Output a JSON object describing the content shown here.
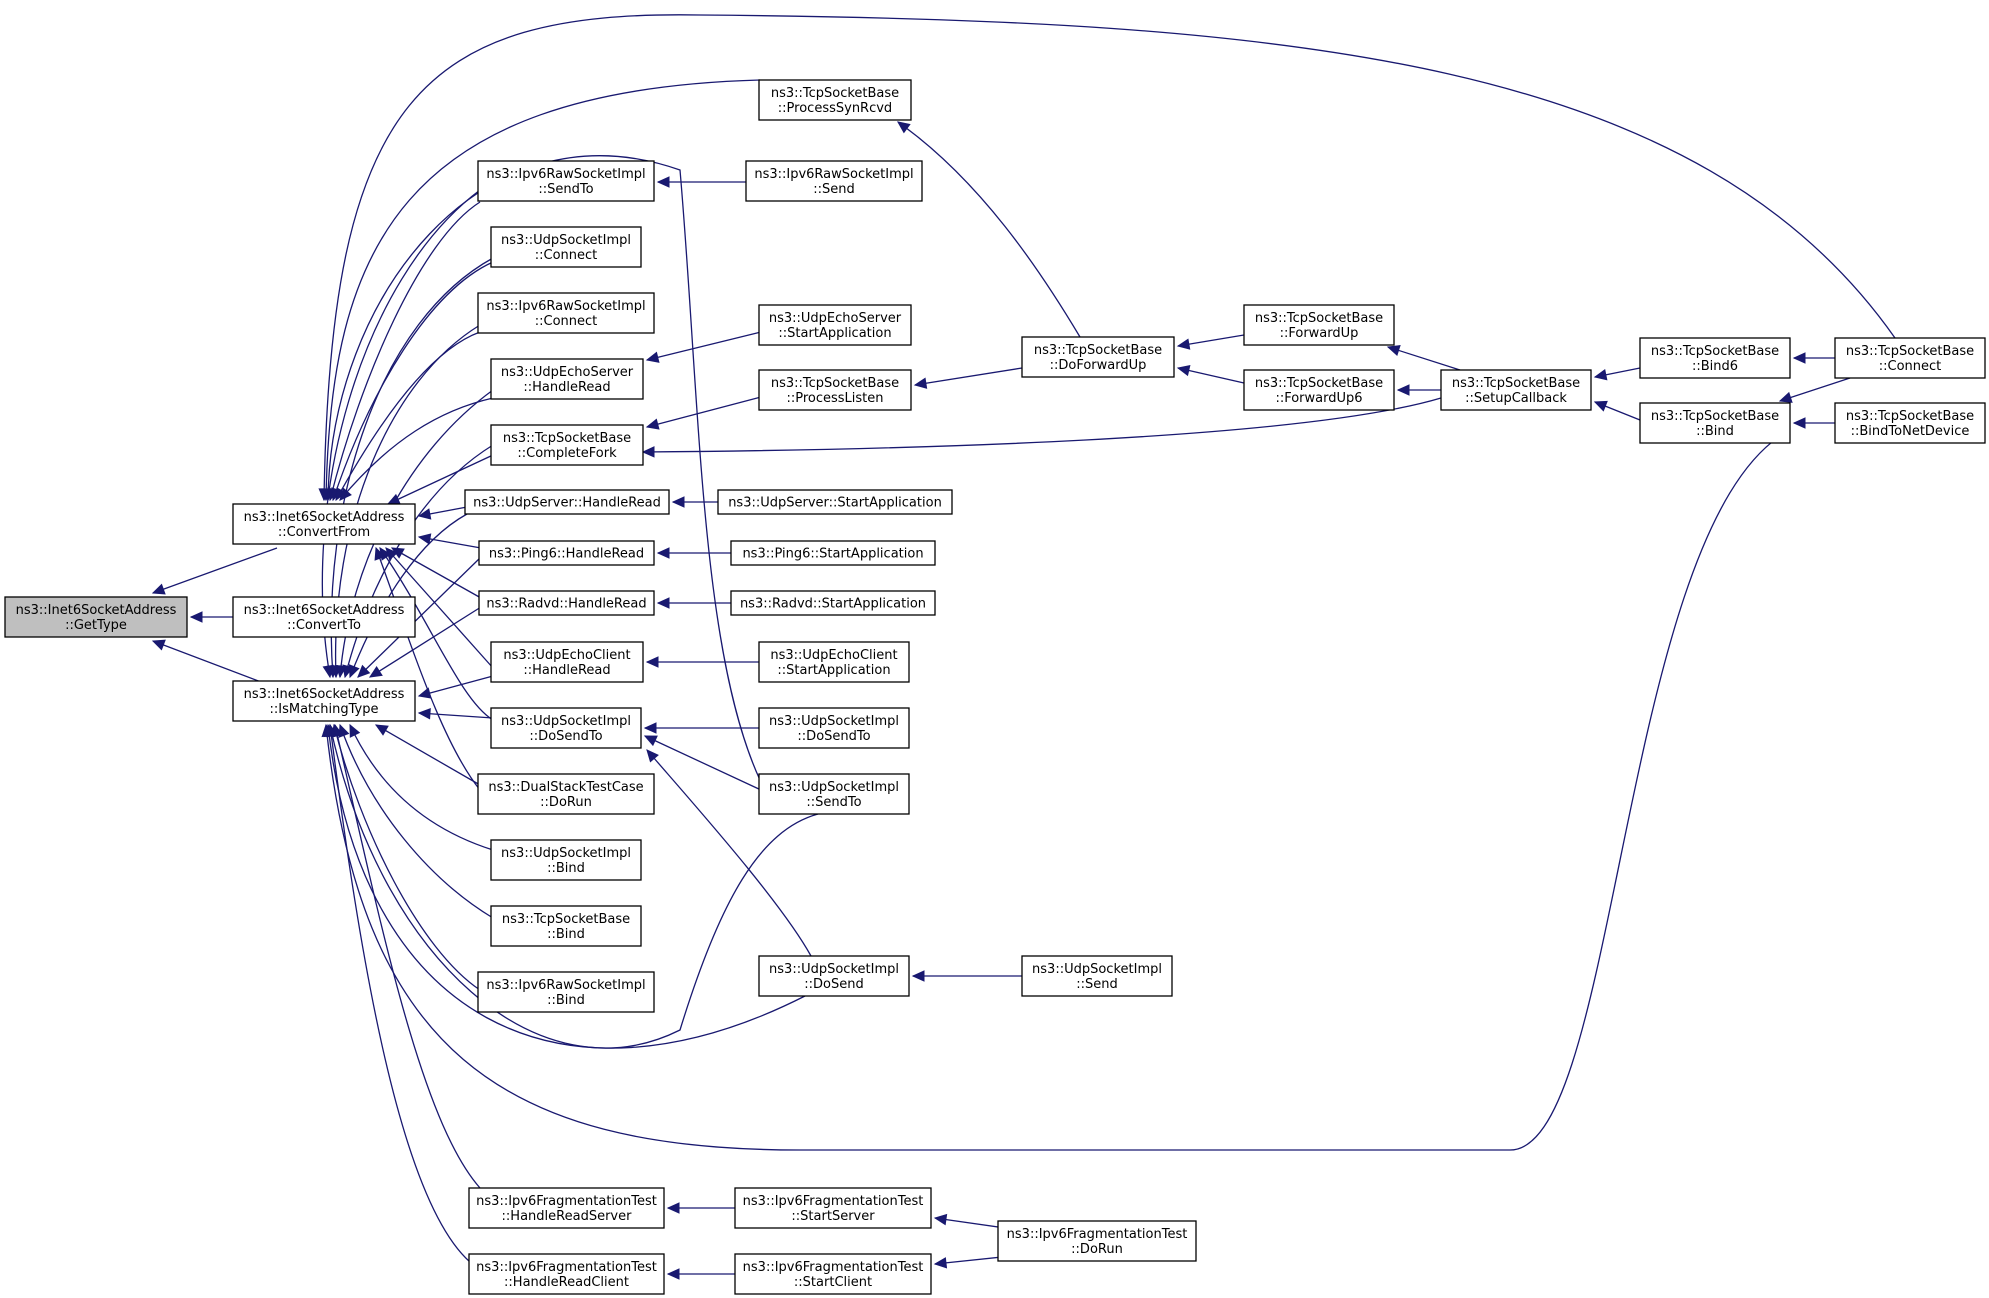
{
  "diagram": {
    "type": "doxygen-caller-graph",
    "edge_color": "#191970",
    "root_fill": "#bfbfbf",
    "nodes": [
      {
        "id": "gettype",
        "lines": [
          "ns3::Inet6SocketAddress",
          "::GetType"
        ],
        "root": true
      },
      {
        "id": "convertfrom",
        "lines": [
          "ns3::Inet6SocketAddress",
          "::ConvertFrom"
        ]
      },
      {
        "id": "convertto",
        "lines": [
          "ns3::Inet6SocketAddress",
          "::ConvertTo"
        ]
      },
      {
        "id": "ismatchingtype",
        "lines": [
          "ns3::Inet6SocketAddress",
          "::IsMatchingType"
        ]
      },
      {
        "id": "raw_sendto",
        "lines": [
          "ns3::Ipv6RawSocketImpl",
          "::SendTo"
        ]
      },
      {
        "id": "udp_connect",
        "lines": [
          "ns3::UdpSocketImpl",
          "::Connect"
        ]
      },
      {
        "id": "raw_connect",
        "lines": [
          "ns3::Ipv6RawSocketImpl",
          "::Connect"
        ]
      },
      {
        "id": "echoserver_handleread",
        "lines": [
          "ns3::UdpEchoServer",
          "::HandleRead"
        ]
      },
      {
        "id": "tcp_completefork",
        "lines": [
          "ns3::TcpSocketBase",
          "::CompleteFork"
        ]
      },
      {
        "id": "udpserver_handleread",
        "lines": [
          "ns3::UdpServer::HandleRead"
        ]
      },
      {
        "id": "ping6_handleread",
        "lines": [
          "ns3::Ping6::HandleRead"
        ]
      },
      {
        "id": "radvd_handleread",
        "lines": [
          "ns3::Radvd::HandleRead"
        ]
      },
      {
        "id": "echoclient_handleread",
        "lines": [
          "ns3::UdpEchoClient",
          "::HandleRead"
        ]
      },
      {
        "id": "udp_dosendto",
        "lines": [
          "ns3::UdpSocketImpl",
          "::DoSendTo"
        ]
      },
      {
        "id": "dualstack_dorun",
        "lines": [
          "ns3::DualStackTestCase",
          "::DoRun"
        ]
      },
      {
        "id": "udp_bind",
        "lines": [
          "ns3::UdpSocketImpl",
          "::Bind"
        ]
      },
      {
        "id": "tcp_bind_left",
        "lines": [
          "ns3::TcpSocketBase",
          "::Bind"
        ]
      },
      {
        "id": "raw_bind",
        "lines": [
          "ns3::Ipv6RawSocketImpl",
          "::Bind"
        ]
      },
      {
        "id": "frag_handlereadserver",
        "lines": [
          "ns3::Ipv6FragmentationTest",
          "::HandleReadServer"
        ]
      },
      {
        "id": "frag_handlereadclient",
        "lines": [
          "ns3::Ipv6FragmentationTest",
          "::HandleReadClient"
        ]
      },
      {
        "id": "tcp_processsynrcvd",
        "lines": [
          "ns3::TcpSocketBase",
          "::ProcessSynRcvd"
        ]
      },
      {
        "id": "raw_send",
        "lines": [
          "ns3::Ipv6RawSocketImpl",
          "::Send"
        ]
      },
      {
        "id": "echoserver_start",
        "lines": [
          "ns3::UdpEchoServer",
          "::StartApplication"
        ]
      },
      {
        "id": "tcp_processlisten",
        "lines": [
          "ns3::TcpSocketBase",
          "::ProcessListen"
        ]
      },
      {
        "id": "udpserver_start",
        "lines": [
          "ns3::UdpServer::StartApplication"
        ]
      },
      {
        "id": "ping6_start",
        "lines": [
          "ns3::Ping6::StartApplication"
        ]
      },
      {
        "id": "radvd_start",
        "lines": [
          "ns3::Radvd::StartApplication"
        ]
      },
      {
        "id": "echoclient_start",
        "lines": [
          "ns3::UdpEchoClient",
          "::StartApplication"
        ]
      },
      {
        "id": "udp_dosendto2",
        "lines": [
          "ns3::UdpSocketImpl",
          "::DoSendTo"
        ]
      },
      {
        "id": "udp_sendto",
        "lines": [
          "ns3::UdpSocketImpl",
          "::SendTo"
        ]
      },
      {
        "id": "udp_dosend",
        "lines": [
          "ns3::UdpSocketImpl",
          "::DoSend"
        ]
      },
      {
        "id": "frag_startserver",
        "lines": [
          "ns3::Ipv6FragmentationTest",
          "::StartServer"
        ]
      },
      {
        "id": "frag_startclient",
        "lines": [
          "ns3::Ipv6FragmentationTest",
          "::StartClient"
        ]
      },
      {
        "id": "tcp_doforwardup",
        "lines": [
          "ns3::TcpSocketBase",
          "::DoForwardUp"
        ]
      },
      {
        "id": "udp_send",
        "lines": [
          "ns3::UdpSocketImpl",
          "::Send"
        ]
      },
      {
        "id": "frag_dorun",
        "lines": [
          "ns3::Ipv6FragmentationTest",
          "::DoRun"
        ]
      },
      {
        "id": "tcp_forwardup",
        "lines": [
          "ns3::TcpSocketBase",
          "::ForwardUp"
        ]
      },
      {
        "id": "tcp_forwardup6",
        "lines": [
          "ns3::TcpSocketBase",
          "::ForwardUp6"
        ]
      },
      {
        "id": "tcp_setupcallback",
        "lines": [
          "ns3::TcpSocketBase",
          "::SetupCallback"
        ]
      },
      {
        "id": "tcp_bind6",
        "lines": [
          "ns3::TcpSocketBase",
          "::Bind6"
        ]
      },
      {
        "id": "tcp_bind_right",
        "lines": [
          "ns3::TcpSocketBase",
          "::Bind"
        ]
      },
      {
        "id": "tcp_connect",
        "lines": [
          "ns3::TcpSocketBase",
          "::Connect"
        ]
      },
      {
        "id": "tcp_bindtonetdevice",
        "lines": [
          "ns3::TcpSocketBase",
          "::BindToNetDevice"
        ]
      }
    ]
  }
}
